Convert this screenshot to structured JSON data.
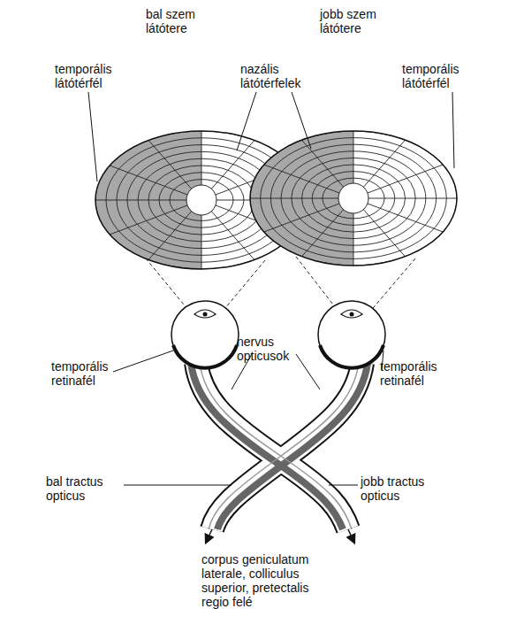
{
  "diagram": {
    "labels": [
      "bal szem látótere",
      "jobb szem látótere",
      "temporális látótérfél",
      "nazális látótérfelek",
      "temporális látótérfél",
      "temporális retinafél",
      "nervus opticusok",
      "temporális retinafél",
      "bal tractus opticus",
      "jobb tractus opticus",
      "corpus geniculatum laterale, colliculus superior, pretectalis regio felé"
    ]
  }
}
